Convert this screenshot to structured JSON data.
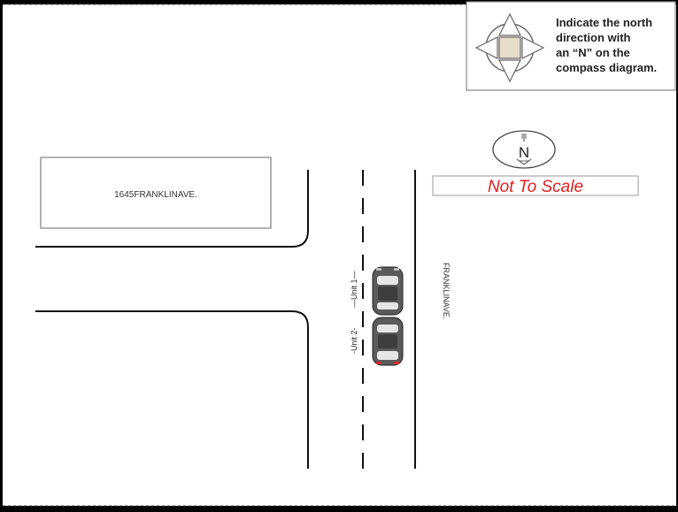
{
  "compass_box": {
    "instruction": [
      "Indicate the north",
      "direction with",
      "an “N” on the",
      "compass diagram."
    ],
    "icon": "compass-rose-icon"
  },
  "north_marker": {
    "label": "N",
    "icon": "north-arrow-icon"
  },
  "scale_note": {
    "text": "Not To Scale",
    "color": "#e02020"
  },
  "building": {
    "label": "1645FRANKLINAVE."
  },
  "street": {
    "label": "FRANKLINAVE."
  },
  "vehicles": [
    {
      "label": "Unit 1",
      "display": "—Unit 1—"
    },
    {
      "label": "Unit 2",
      "display": "-Unit 2-"
    }
  ]
}
